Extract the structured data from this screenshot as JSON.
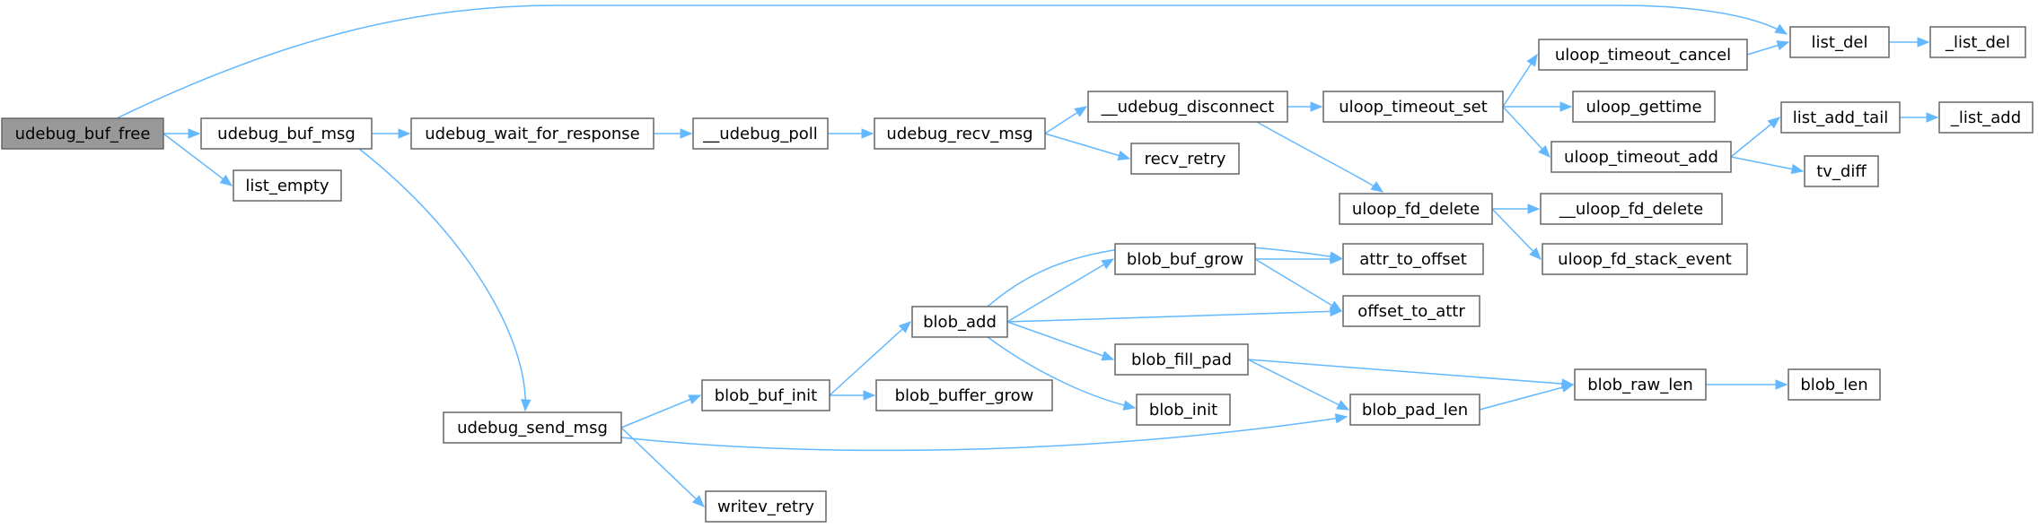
{
  "nodes": {
    "udebug_buf_free": {
      "label": "udebug_buf_free",
      "root": true
    },
    "udebug_buf_msg": {
      "label": "udebug_buf_msg"
    },
    "list_empty": {
      "label": "list_empty"
    },
    "udebug_wait_for_response": {
      "label": "udebug_wait_for_response"
    },
    "udebug_poll": {
      "label": "__udebug_poll"
    },
    "udebug_recv_msg": {
      "label": "udebug_recv_msg"
    },
    "udebug_disconnect": {
      "label": "__udebug_disconnect"
    },
    "recv_retry": {
      "label": "recv_retry"
    },
    "uloop_timeout_set": {
      "label": "uloop_timeout_set"
    },
    "uloop_fd_delete": {
      "label": "uloop_fd_delete"
    },
    "uloop_timeout_cancel": {
      "label": "uloop_timeout_cancel"
    },
    "uloop_gettime": {
      "label": "uloop_gettime"
    },
    "uloop_timeout_add": {
      "label": "uloop_timeout_add"
    },
    "list_del": {
      "label": "list_del"
    },
    "_list_del": {
      "label": "_list_del"
    },
    "list_add_tail": {
      "label": "list_add_tail"
    },
    "_list_add": {
      "label": "_list_add"
    },
    "tv_diff": {
      "label": "tv_diff"
    },
    "uloop_fd_delete2": {
      "label": "__uloop_fd_delete"
    },
    "uloop_fd_stack_event": {
      "label": "uloop_fd_stack_event"
    },
    "udebug_send_msg": {
      "label": "udebug_send_msg"
    },
    "blob_buf_init": {
      "label": "blob_buf_init"
    },
    "blob_buffer_grow": {
      "label": "blob_buffer_grow"
    },
    "writev_retry": {
      "label": "writev_retry"
    },
    "blob_add": {
      "label": "blob_add"
    },
    "blob_buf_grow": {
      "label": "blob_buf_grow"
    },
    "attr_to_offset": {
      "label": "attr_to_offset"
    },
    "offset_to_attr": {
      "label": "offset_to_attr"
    },
    "blob_fill_pad": {
      "label": "blob_fill_pad"
    },
    "blob_init": {
      "label": "blob_init"
    },
    "blob_pad_len": {
      "label": "blob_pad_len"
    },
    "blob_raw_len": {
      "label": "blob_raw_len"
    },
    "blob_len": {
      "label": "blob_len"
    }
  },
  "edges": [
    [
      "udebug_buf_free",
      "list_del"
    ],
    [
      "udebug_buf_free",
      "udebug_buf_msg"
    ],
    [
      "udebug_buf_free",
      "list_empty"
    ],
    [
      "udebug_buf_msg",
      "udebug_wait_for_response"
    ],
    [
      "udebug_buf_msg",
      "udebug_send_msg"
    ],
    [
      "udebug_wait_for_response",
      "udebug_poll"
    ],
    [
      "udebug_poll",
      "udebug_recv_msg"
    ],
    [
      "udebug_recv_msg",
      "udebug_disconnect"
    ],
    [
      "udebug_recv_msg",
      "recv_retry"
    ],
    [
      "udebug_disconnect",
      "uloop_timeout_set"
    ],
    [
      "udebug_disconnect",
      "uloop_fd_delete"
    ],
    [
      "uloop_timeout_set",
      "uloop_timeout_cancel"
    ],
    [
      "uloop_timeout_set",
      "uloop_gettime"
    ],
    [
      "uloop_timeout_set",
      "uloop_timeout_add"
    ],
    [
      "uloop_timeout_cancel",
      "list_del"
    ],
    [
      "list_del",
      "_list_del"
    ],
    [
      "uloop_timeout_add",
      "list_add_tail"
    ],
    [
      "uloop_timeout_add",
      "tv_diff"
    ],
    [
      "list_add_tail",
      "_list_add"
    ],
    [
      "uloop_fd_delete",
      "uloop_fd_delete2"
    ],
    [
      "uloop_fd_delete",
      "uloop_fd_stack_event"
    ],
    [
      "udebug_send_msg",
      "blob_buf_init"
    ],
    [
      "udebug_send_msg",
      "blob_pad_len"
    ],
    [
      "udebug_send_msg",
      "writev_retry"
    ],
    [
      "blob_buf_init",
      "blob_add"
    ],
    [
      "blob_buf_init",
      "blob_buffer_grow"
    ],
    [
      "blob_add",
      "attr_to_offset"
    ],
    [
      "blob_add",
      "blob_buf_grow"
    ],
    [
      "blob_add",
      "offset_to_attr"
    ],
    [
      "blob_add",
      "blob_fill_pad"
    ],
    [
      "blob_add",
      "blob_init"
    ],
    [
      "blob_buf_grow",
      "attr_to_offset"
    ],
    [
      "blob_buf_grow",
      "offset_to_attr"
    ],
    [
      "blob_fill_pad",
      "blob_raw_len"
    ],
    [
      "blob_fill_pad",
      "blob_pad_len"
    ],
    [
      "blob_pad_len",
      "blob_raw_len"
    ],
    [
      "blob_raw_len",
      "blob_len"
    ]
  ],
  "colors": {
    "edge": "#63b8ff",
    "node_border": "#666666",
    "root_fill": "#999999"
  }
}
